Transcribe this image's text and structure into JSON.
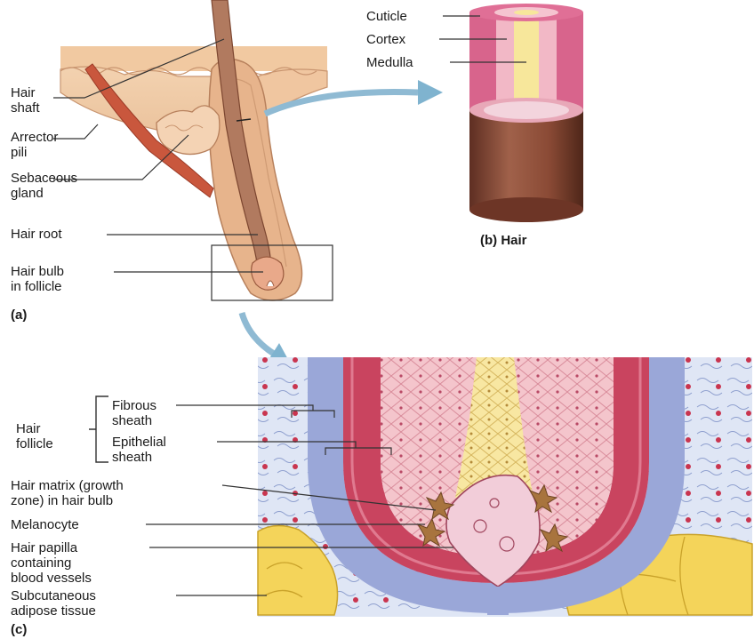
{
  "panel_a": {
    "letter": "(a)",
    "labels": {
      "hair_shaft": "Hair\nshaft",
      "arrector_pili": "Arrector\npili",
      "sebaceous_gland": "Sebaceous\ngland",
      "hair_root": "Hair root",
      "hair_bulb": "Hair bulb\nin follicle"
    }
  },
  "panel_b": {
    "caption": "(b)  Hair",
    "labels": {
      "cuticle": "Cuticle",
      "cortex": "Cortex",
      "medulla": "Medulla"
    }
  },
  "panel_c": {
    "letter": "(c)",
    "labels": {
      "hair_follicle": "Hair\nfollicle",
      "fibrous_sheath": "Fibrous\nsheath",
      "epithelial_sheath": "Epithelial\nsheath",
      "hair_matrix": "Hair matrix (growth\nzone) in hair bulb",
      "melanocyte": "Melanocyte",
      "hair_papilla": "Hair papilla\ncontaining\nblood vessels",
      "adipose": "Subcutaneous\nadipose tissue"
    }
  },
  "colors": {
    "skin": "#f0c9a3",
    "skin_dark": "#c98e6a",
    "muscle": "#c8553d",
    "shaft_pink": "#d9638a",
    "cortex": "#f2b5c4",
    "medulla": "#f6e7a6",
    "shaft_brown": "#8a4a35",
    "follicle_red": "#c9445f",
    "sheath_blue": "#9aa7d8",
    "fat_yellow": "#f4d45a",
    "arrow_blue": "#7fb3cf"
  }
}
